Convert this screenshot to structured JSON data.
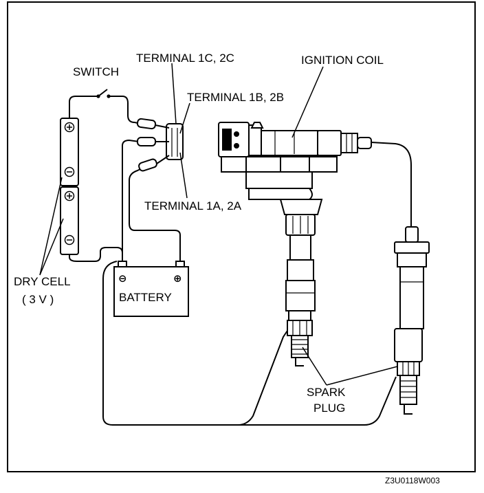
{
  "labels": {
    "switch": "SWITCH",
    "terminal_c": "TERMINAL 1C, 2C",
    "terminal_b": "TERMINAL 1B, 2B",
    "terminal_a": "TERMINAL 1A, 2A",
    "ignition_coil": "IGNITION COIL",
    "dry_cell_line1": "DRY CELL",
    "dry_cell_line2": "( 3 V )",
    "battery": "BATTERY",
    "spark_plug_line1": "SPARK",
    "spark_plug_line2": "PLUG"
  },
  "symbols": {
    "plus": "⊕",
    "minus": "⊖"
  },
  "figure_code": "Z3U0118W003"
}
